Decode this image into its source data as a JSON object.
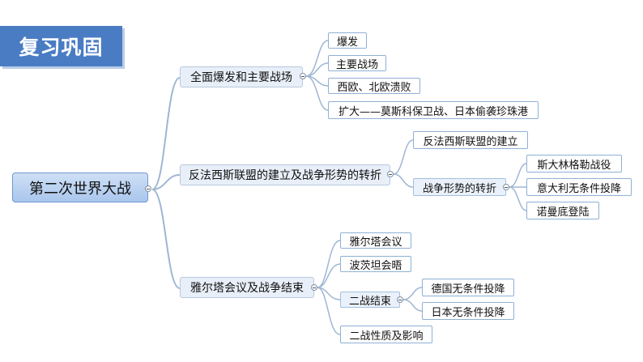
{
  "banner": {
    "title": "复习巩固"
  },
  "mindmap": {
    "root": "第二次世界大战",
    "branches": [
      {
        "label": "全面爆发和主要战场",
        "children": [
          "爆发",
          "主要战场",
          "西欧、北欧溃败",
          "扩大——莫斯科保卫战、日本偷袭珍珠港"
        ]
      },
      {
        "label": "反法西斯联盟的建立及战争形势的转折",
        "children": [
          {
            "label": "反法西斯联盟的建立"
          },
          {
            "label": "战争形势的转折",
            "children": [
              "斯大林格勒战役",
              "意大利无条件投降",
              "诺曼底登陆"
            ]
          }
        ]
      },
      {
        "label": "雅尔塔会议及战争结束",
        "children": [
          {
            "label": "雅尔塔会议"
          },
          {
            "label": "波茨坦会晤"
          },
          {
            "label": "二战结束",
            "children": [
              "德国无条件投降",
              "日本无条件投降"
            ]
          },
          {
            "label": "二战性质及影响"
          }
        ]
      }
    ]
  },
  "colors": {
    "banner": "#4a7cc4",
    "connector": "#9fb6d4",
    "root_fill": "#b9d1f0"
  }
}
